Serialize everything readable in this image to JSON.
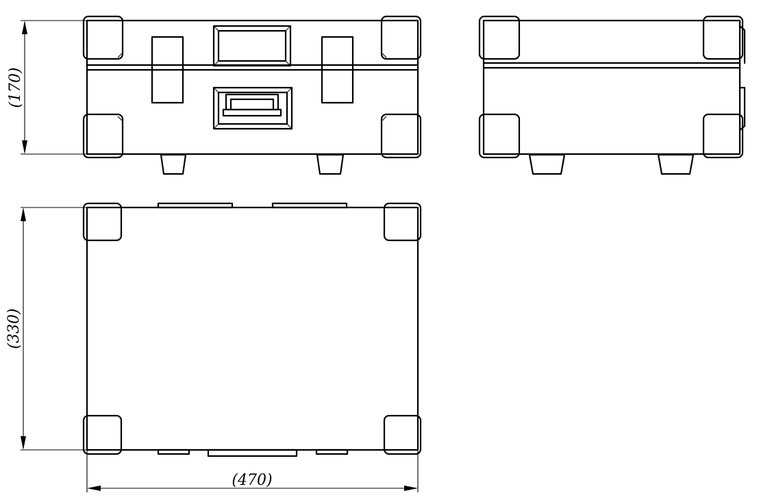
{
  "dimensions": {
    "height": "(170)",
    "depth": "(330)",
    "width": "(470)"
  },
  "colors": {
    "line": "#000000",
    "background": "#ffffff"
  }
}
